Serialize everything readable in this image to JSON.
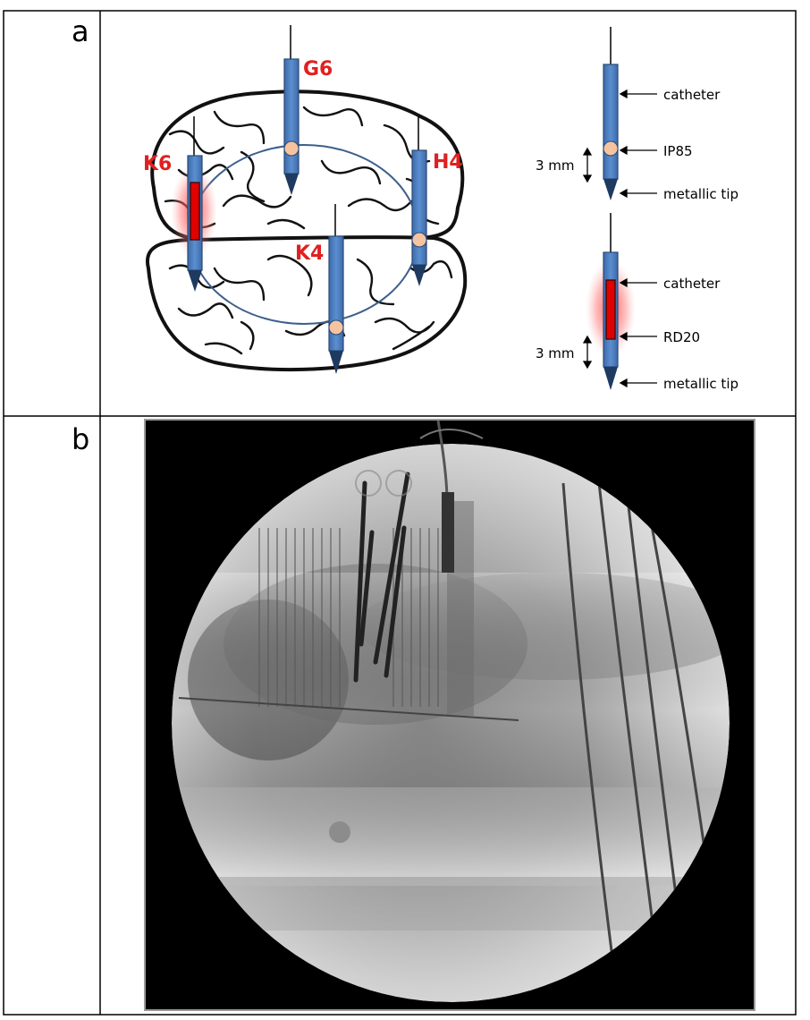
{
  "panels": {
    "a": {
      "label": "a"
    },
    "b": {
      "label": "b"
    }
  },
  "electrodes": [
    {
      "id": "G6",
      "label": "G6",
      "sensor": "IP85"
    },
    {
      "id": "H4",
      "label": "H4",
      "sensor": "IP85"
    },
    {
      "id": "K4",
      "label": "K4",
      "sensor": "IP85"
    },
    {
      "id": "K6",
      "label": "K6",
      "sensor": "RD20"
    }
  ],
  "legend_ip85": {
    "catheter": "catheter",
    "sensor": "IP85",
    "tip": "metallic tip",
    "distance": "3 mm"
  },
  "legend_rd20": {
    "catheter": "catheter",
    "sensor": "RD20",
    "tip": "metallic tip",
    "distance": "3 mm"
  },
  "colors": {
    "catheter": "#4f7ebd",
    "catheter_edge": "#2a4a78",
    "tip": "#1f3a60",
    "ip85_sensor": "#f6c3a0",
    "rd20_sensor": "#e00000",
    "label_red": "#e02020",
    "circle": "#3c5f8c"
  },
  "images": {
    "xray": "x-ray-fluoroscopy-image"
  }
}
